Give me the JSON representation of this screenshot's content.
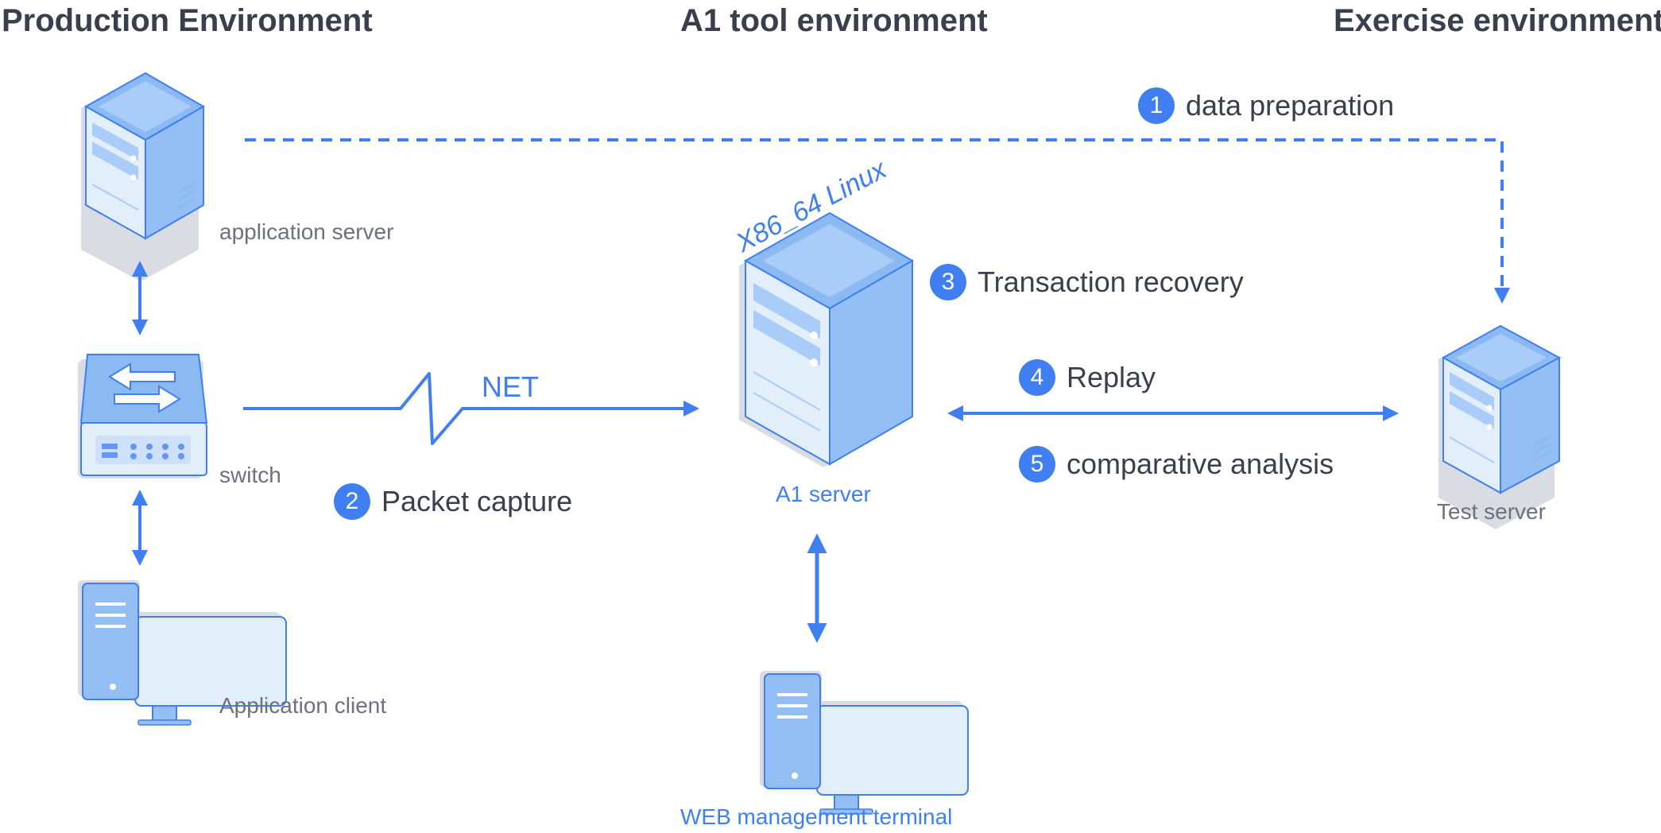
{
  "headers": {
    "production": "Production Environment",
    "tool": "A1 tool environment",
    "exercise": "Exercise environment"
  },
  "nodes": {
    "app_server": "application server",
    "switch": "switch",
    "app_client": "Application client",
    "a1_server": "A1 server",
    "a1_os": "X86_64 Linux",
    "web_terminal": "WEB management terminal",
    "test_server": "Test server"
  },
  "links": {
    "net": "NET"
  },
  "steps": [
    {
      "num": "1",
      "label": "data preparation"
    },
    {
      "num": "2",
      "label": "Packet capture"
    },
    {
      "num": "3",
      "label": "Transaction recovery"
    },
    {
      "num": "4",
      "label": "Replay"
    },
    {
      "num": "5",
      "label": "comparative analysis"
    }
  ],
  "colors": {
    "accent": "#3f7ff2",
    "device_light": "#e3eefb",
    "device_mid": "#a9ccf8",
    "device_dark": "#93bff5",
    "device_top": "#8bbaf3",
    "shadow": "#d9dce3",
    "heading": "#3a3f4d",
    "caption": "#6d717e"
  }
}
